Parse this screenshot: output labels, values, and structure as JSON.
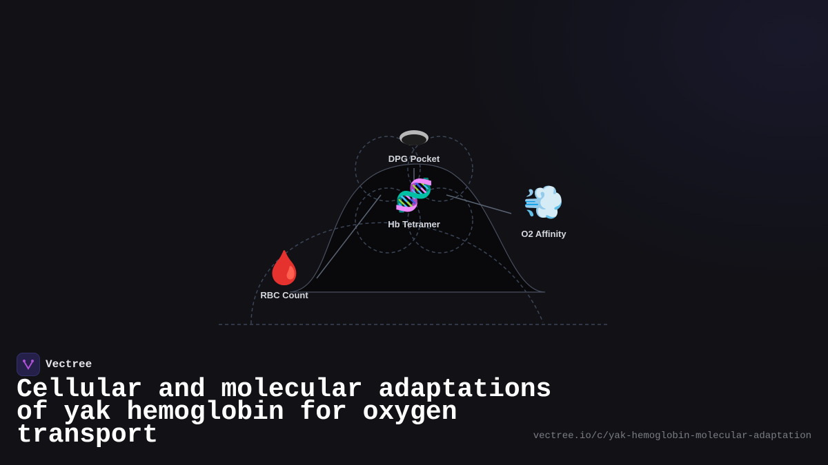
{
  "brand": {
    "name": "Vectree",
    "logo_icon": "vectree-branch-icon",
    "logo_color": "#b04fd8"
  },
  "title": "Cellular and molecular adaptations of yak hemoglobin for oxygen transport",
  "url": "vectree.io/c/yak-hemoglobin-molecular-adaptation",
  "diagram": {
    "nodes": [
      {
        "id": "dpg",
        "label": "DPG Pocket",
        "icon": "hole-icon"
      },
      {
        "id": "hb",
        "label": "Hb Tetramer",
        "icon": "dna-icon",
        "glyph": "🧬"
      },
      {
        "id": "o2",
        "label": "O2 Affinity",
        "icon": "dashing-wind-icon",
        "glyph": "💨"
      },
      {
        "id": "rbc",
        "label": "RBC Count",
        "icon": "blood-drop-icon",
        "glyph": "🩸"
      }
    ],
    "colors": {
      "dashed": "#3b4658",
      "connector": "#5a6474",
      "curve": "#4a5060",
      "mound": "#09090b"
    }
  }
}
